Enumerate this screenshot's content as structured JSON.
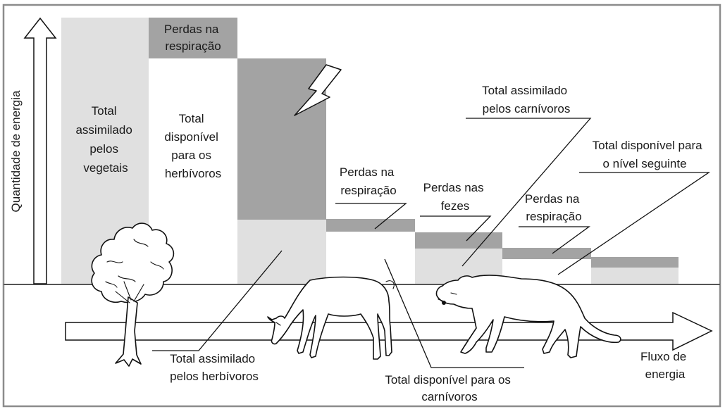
{
  "colors": {
    "assimilated": "#e0e0e0",
    "available": "#ffffff",
    "losses": "#a3a3a3",
    "frame": "#8c8c8c",
    "ink": "#111111"
  },
  "axis": {
    "y_label": "Quantidade de energia"
  },
  "flow": {
    "label_lines": [
      "Fluxo de",
      "energia"
    ]
  },
  "labels": {
    "plants_total": [
      "Total",
      "assimilado",
      "pelos",
      "vegetais"
    ],
    "herb_available": [
      "Total",
      "disponível",
      "para os",
      "herbívoros"
    ],
    "resp_loss_1": [
      "Perdas na",
      "respiração"
    ],
    "resp_loss_2": [
      "Perdas na",
      "respiração"
    ],
    "feces_loss": [
      "Perdas nas",
      "fezes"
    ],
    "carn_assimilated": [
      "Total assimilado",
      "pelos carnívoros"
    ],
    "resp_loss_3": [
      "Perdas na",
      "respiração"
    ],
    "next_level": [
      "Total disponível para",
      "o nível seguinte"
    ],
    "herb_assimilated": [
      "Total assimilado",
      "pelos herbívoros"
    ],
    "carn_available": [
      "Total disponível para os",
      "carnívoros"
    ]
  },
  "icons": [
    "tree-icon",
    "deer-icon",
    "puma-icon",
    "down-arrow-icon",
    "up-arrow-icon",
    "right-arrow-icon"
  ]
}
